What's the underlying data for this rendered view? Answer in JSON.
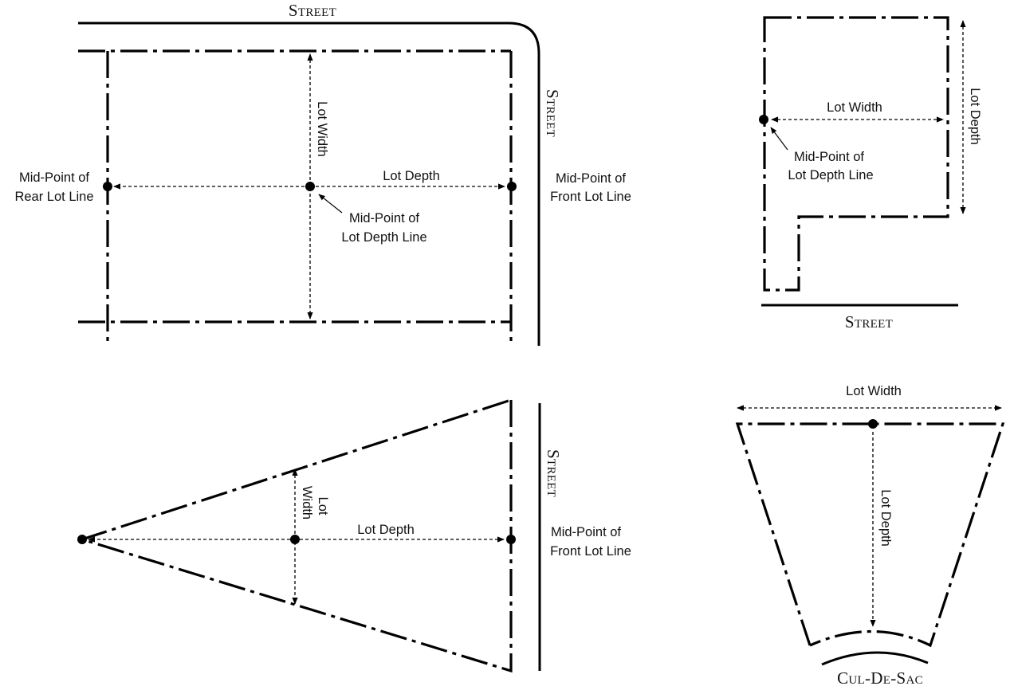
{
  "panels": {
    "corner_lot": {
      "street_top": "Street",
      "street_right": "Street",
      "rear_midpoint_line1": "Mid-Point of",
      "rear_midpoint_line2": "Rear Lot Line",
      "front_midpoint_line1": "Mid-Point of",
      "front_midpoint_line2": "Front Lot Line",
      "lot_depth": "Lot Depth",
      "lot_width": "Lot Width",
      "depth_midpoint_line1": "Mid-Point of",
      "depth_midpoint_line2": "Lot Depth Line"
    },
    "flag_lot": {
      "lot_width": "Lot Width",
      "lot_depth": "Lot Depth",
      "depth_midpoint_line1": "Mid-Point of",
      "depth_midpoint_line2": "Lot Depth Line",
      "street": "Street"
    },
    "triangular_lot": {
      "street": "Street",
      "lot_width_line1": "Lot",
      "lot_width_line2": "Width",
      "lot_depth": "Lot Depth",
      "front_midpoint_line1": "Mid-Point of",
      "front_midpoint_line2": "Front Lot Line"
    },
    "cul_de_sac_lot": {
      "lot_width": "Lot Width",
      "lot_depth": "Lot Depth",
      "street": "Cul-De-Sac"
    }
  }
}
